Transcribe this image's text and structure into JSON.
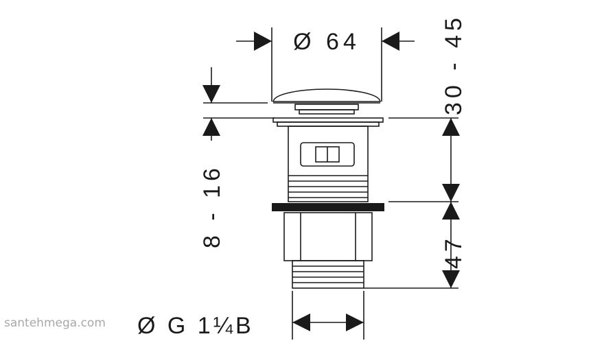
{
  "dimensions": {
    "diameter_top": "Ø 64",
    "height_right_upper": "30 - 45",
    "height_right_lower": "47",
    "height_left": "8 - 16",
    "thread": "Ø G 1¼B"
  },
  "watermark": "santehmega.com",
  "colors": {
    "line": "#1a1a1a",
    "watermark": "#a8a8a8",
    "background": "#ffffff"
  }
}
